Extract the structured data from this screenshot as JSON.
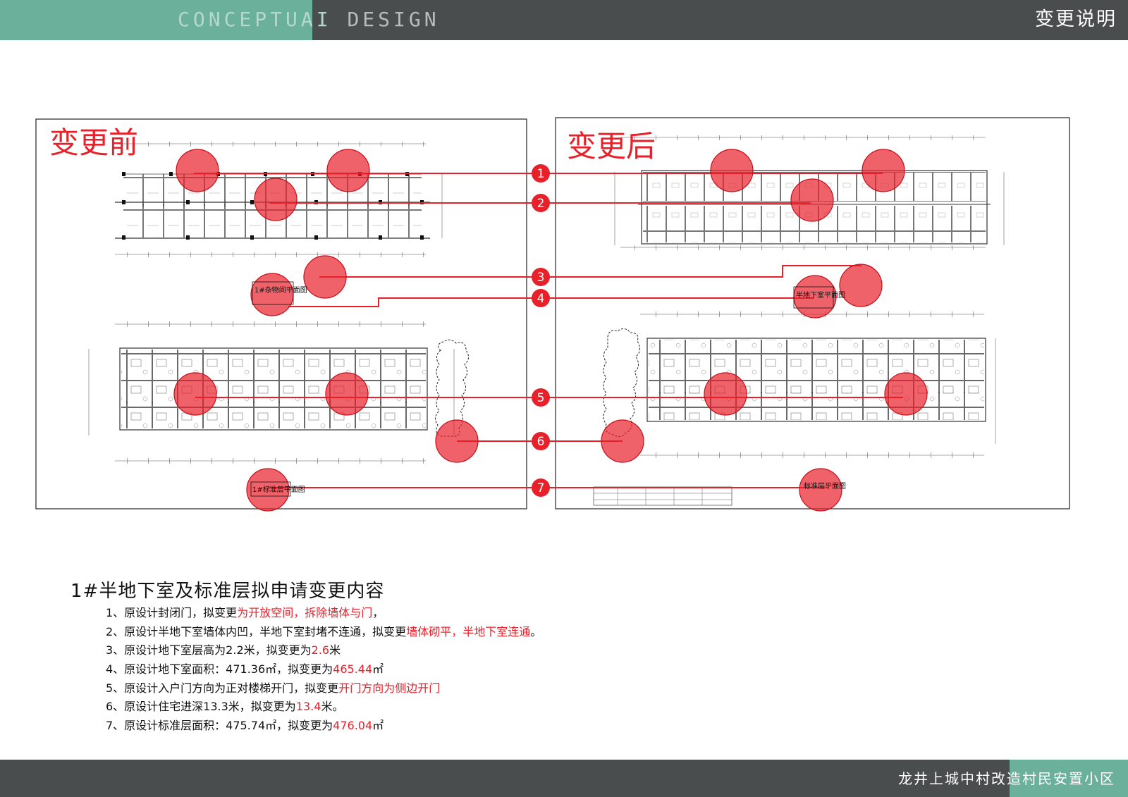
{
  "header": {
    "brand_a": "CONCEPTUAI",
    "brand_b": "DESIGN",
    "title": "变更说明"
  },
  "panels": {
    "before_label": "变更前",
    "after_label": "变更后"
  },
  "drawing_labels": {
    "before_storage": "1#杂物间平面图",
    "before_standard": "1#标准层平面图",
    "after_basement": "半地下室平面图",
    "after_standard": "标准层平面图"
  },
  "markers": [
    "1",
    "2",
    "3",
    "4",
    "5",
    "6",
    "7"
  ],
  "section_title": "1#半地下室及标准层拟申请变更内容",
  "changes": [
    {
      "prefix": "1、原设计封闭门，拟变更",
      "highlight": "为开放空间，拆除墙体与门",
      "suffix": "，"
    },
    {
      "prefix": "2、原设计半地下室墙体内凹，半地下室封堵不连通，拟变更",
      "highlight": "墙体砌平，半地下室连通",
      "suffix": "。"
    },
    {
      "prefix": "3、原设计地下室层高为2.2米，拟变更为",
      "highlight": "2.6",
      "suffix": "米"
    },
    {
      "prefix": "4、原设计地下室面积：471.36㎡，拟变更为",
      "highlight": "465.44",
      "suffix": "㎡"
    },
    {
      "prefix": "5、原设计入户门方向为正对楼梯开门，拟变更",
      "highlight": "开门方向为侧边开门",
      "suffix": ""
    },
    {
      "prefix": "6、原设计住宅进深13.3米，拟变更为",
      "highlight": "13.4",
      "suffix": "米。"
    },
    {
      "prefix": "7、原设计标准层面积：475.74㎡，拟变更为",
      "highlight": "476.04",
      "suffix": "㎡"
    }
  ],
  "footer": {
    "project": "龙井上城中村改造",
    "project_b": "村民安置小区"
  },
  "colors": {
    "header_bg": "#4a4d4e",
    "accent": "#6ab09a",
    "highlight_red": "#e8202a"
  }
}
